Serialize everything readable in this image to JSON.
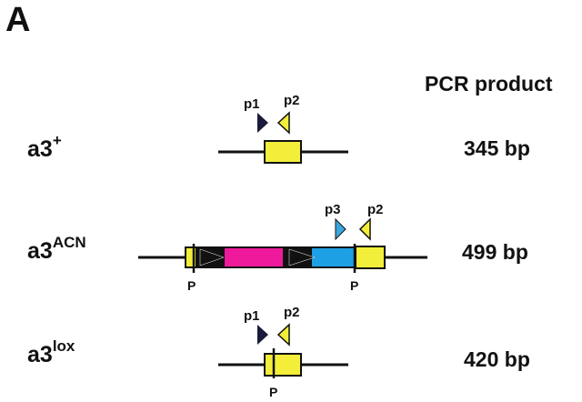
{
  "figure": {
    "panel_label": "A",
    "column_header": "PCR product",
    "colors": {
      "exon": "#f2ee3a",
      "neo": "#ee1a9b",
      "blue_cassette": "#1ea0e4",
      "loxp": "#111111",
      "primer_dark": "#1a1a3a",
      "primer_blue": "#3aa6e0",
      "primer_yellow": "#f2ee3a"
    },
    "alleles": [
      {
        "name": "a3",
        "superscript": "+",
        "product_size": "345 bp",
        "primers": [
          "p1",
          "p2"
        ],
        "sites": []
      },
      {
        "name": "a3",
        "superscript": "ACN",
        "product_size": "499 bp",
        "primers": [
          "p3",
          "p2"
        ],
        "sites": [
          "P",
          "P"
        ]
      },
      {
        "name": "a3",
        "superscript": "lox",
        "product_size": "420 bp",
        "primers": [
          "p1",
          "p2"
        ],
        "sites": [
          "P"
        ]
      }
    ]
  }
}
